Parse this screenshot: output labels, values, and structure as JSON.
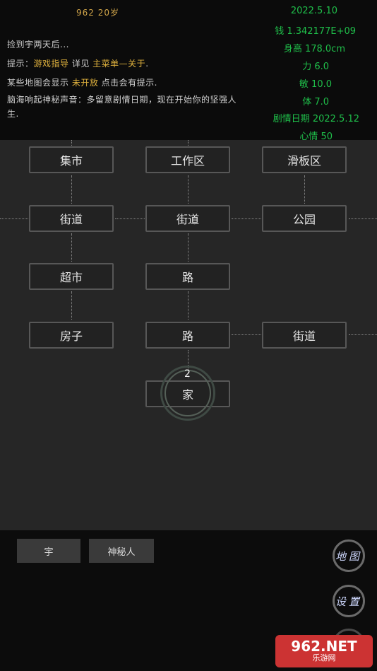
{
  "header": {
    "left_info": "962  20岁"
  },
  "messages": {
    "m1": "捡到宇两天后...",
    "m2_prefix": "提示：",
    "m2_link1": "游戏指导",
    "m2_mid": " 详见 ",
    "m2_link2": "主菜单—关于",
    "m2_suffix": ".",
    "m3_prefix": "某些地图会显示 ",
    "m3_link": "未开放",
    "m3_suffix": " 点击会有提示.",
    "m4": "脑海响起神秘声音：多留意剧情日期，现在开始你的坚强人生."
  },
  "stats": {
    "date": "2022.5.10",
    "money": "钱 1.342177E+09",
    "height": "身高 178.0cm",
    "strength": "力 6.0",
    "agility": "敏 10.0",
    "stamina": "体 7.0",
    "plot_date": "剧情日期 2022.5.12",
    "mood": "心情 50"
  },
  "map": {
    "nodes": {
      "market": "集市",
      "work_area": "工作区",
      "skate_area": "滑板区",
      "street1": "街道",
      "street2": "街道",
      "park": "公园",
      "supermarket": "超市",
      "road1": "路",
      "house": "房子",
      "road2": "路",
      "street3": "街道",
      "home": "家"
    },
    "marker_number": "2"
  },
  "characters": {
    "c1": "宇",
    "c2": "神秘人"
  },
  "buttons": {
    "map": "地图",
    "settings": "设置"
  },
  "watermark": {
    "line1": "962.NET",
    "line2": "乐游网"
  },
  "colors": {
    "stat_green": "#1fbf4a",
    "highlight": "#e0b23e",
    "map_bg": "#262626"
  }
}
